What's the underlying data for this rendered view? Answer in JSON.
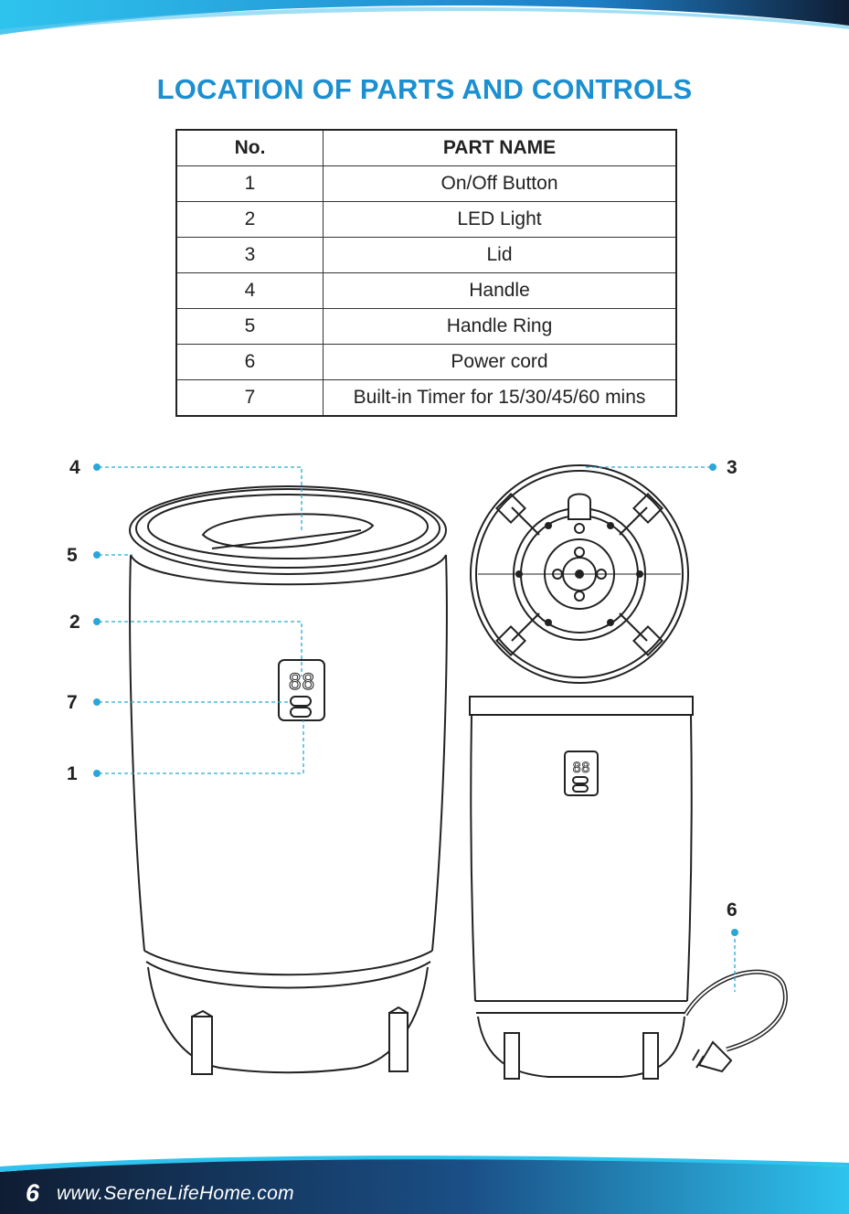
{
  "colors": {
    "accent_blue": "#2196d3",
    "title_blue": "#1b8fd0",
    "navy": "#0f1d33",
    "callout_line": "#2aa7d8",
    "outline": "#222222"
  },
  "page": {
    "title": "LOCATION OF PARTS AND CONTROLS"
  },
  "table": {
    "headers": {
      "no": "No.",
      "name": "PART NAME"
    },
    "rows": [
      {
        "no": "1",
        "name": "On/Off Button"
      },
      {
        "no": "2",
        "name": "LED Light"
      },
      {
        "no": "3",
        "name": "Lid"
      },
      {
        "no": "4",
        "name": "Handle"
      },
      {
        "no": "5",
        "name": "Handle Ring"
      },
      {
        "no": "6",
        "name": "Power cord"
      },
      {
        "no": "7",
        "name": "Built-in Timer for 15/30/45/60 mins"
      }
    ]
  },
  "callouts": {
    "c1": "1",
    "c2": "2",
    "c3": "3",
    "c4": "4",
    "c5": "5",
    "c6": "6",
    "c7": "7"
  },
  "display": {
    "digits_front": "88",
    "digits_side": "88"
  },
  "footer": {
    "page_number": "6",
    "url": "www.SereneLifeHome.com"
  }
}
